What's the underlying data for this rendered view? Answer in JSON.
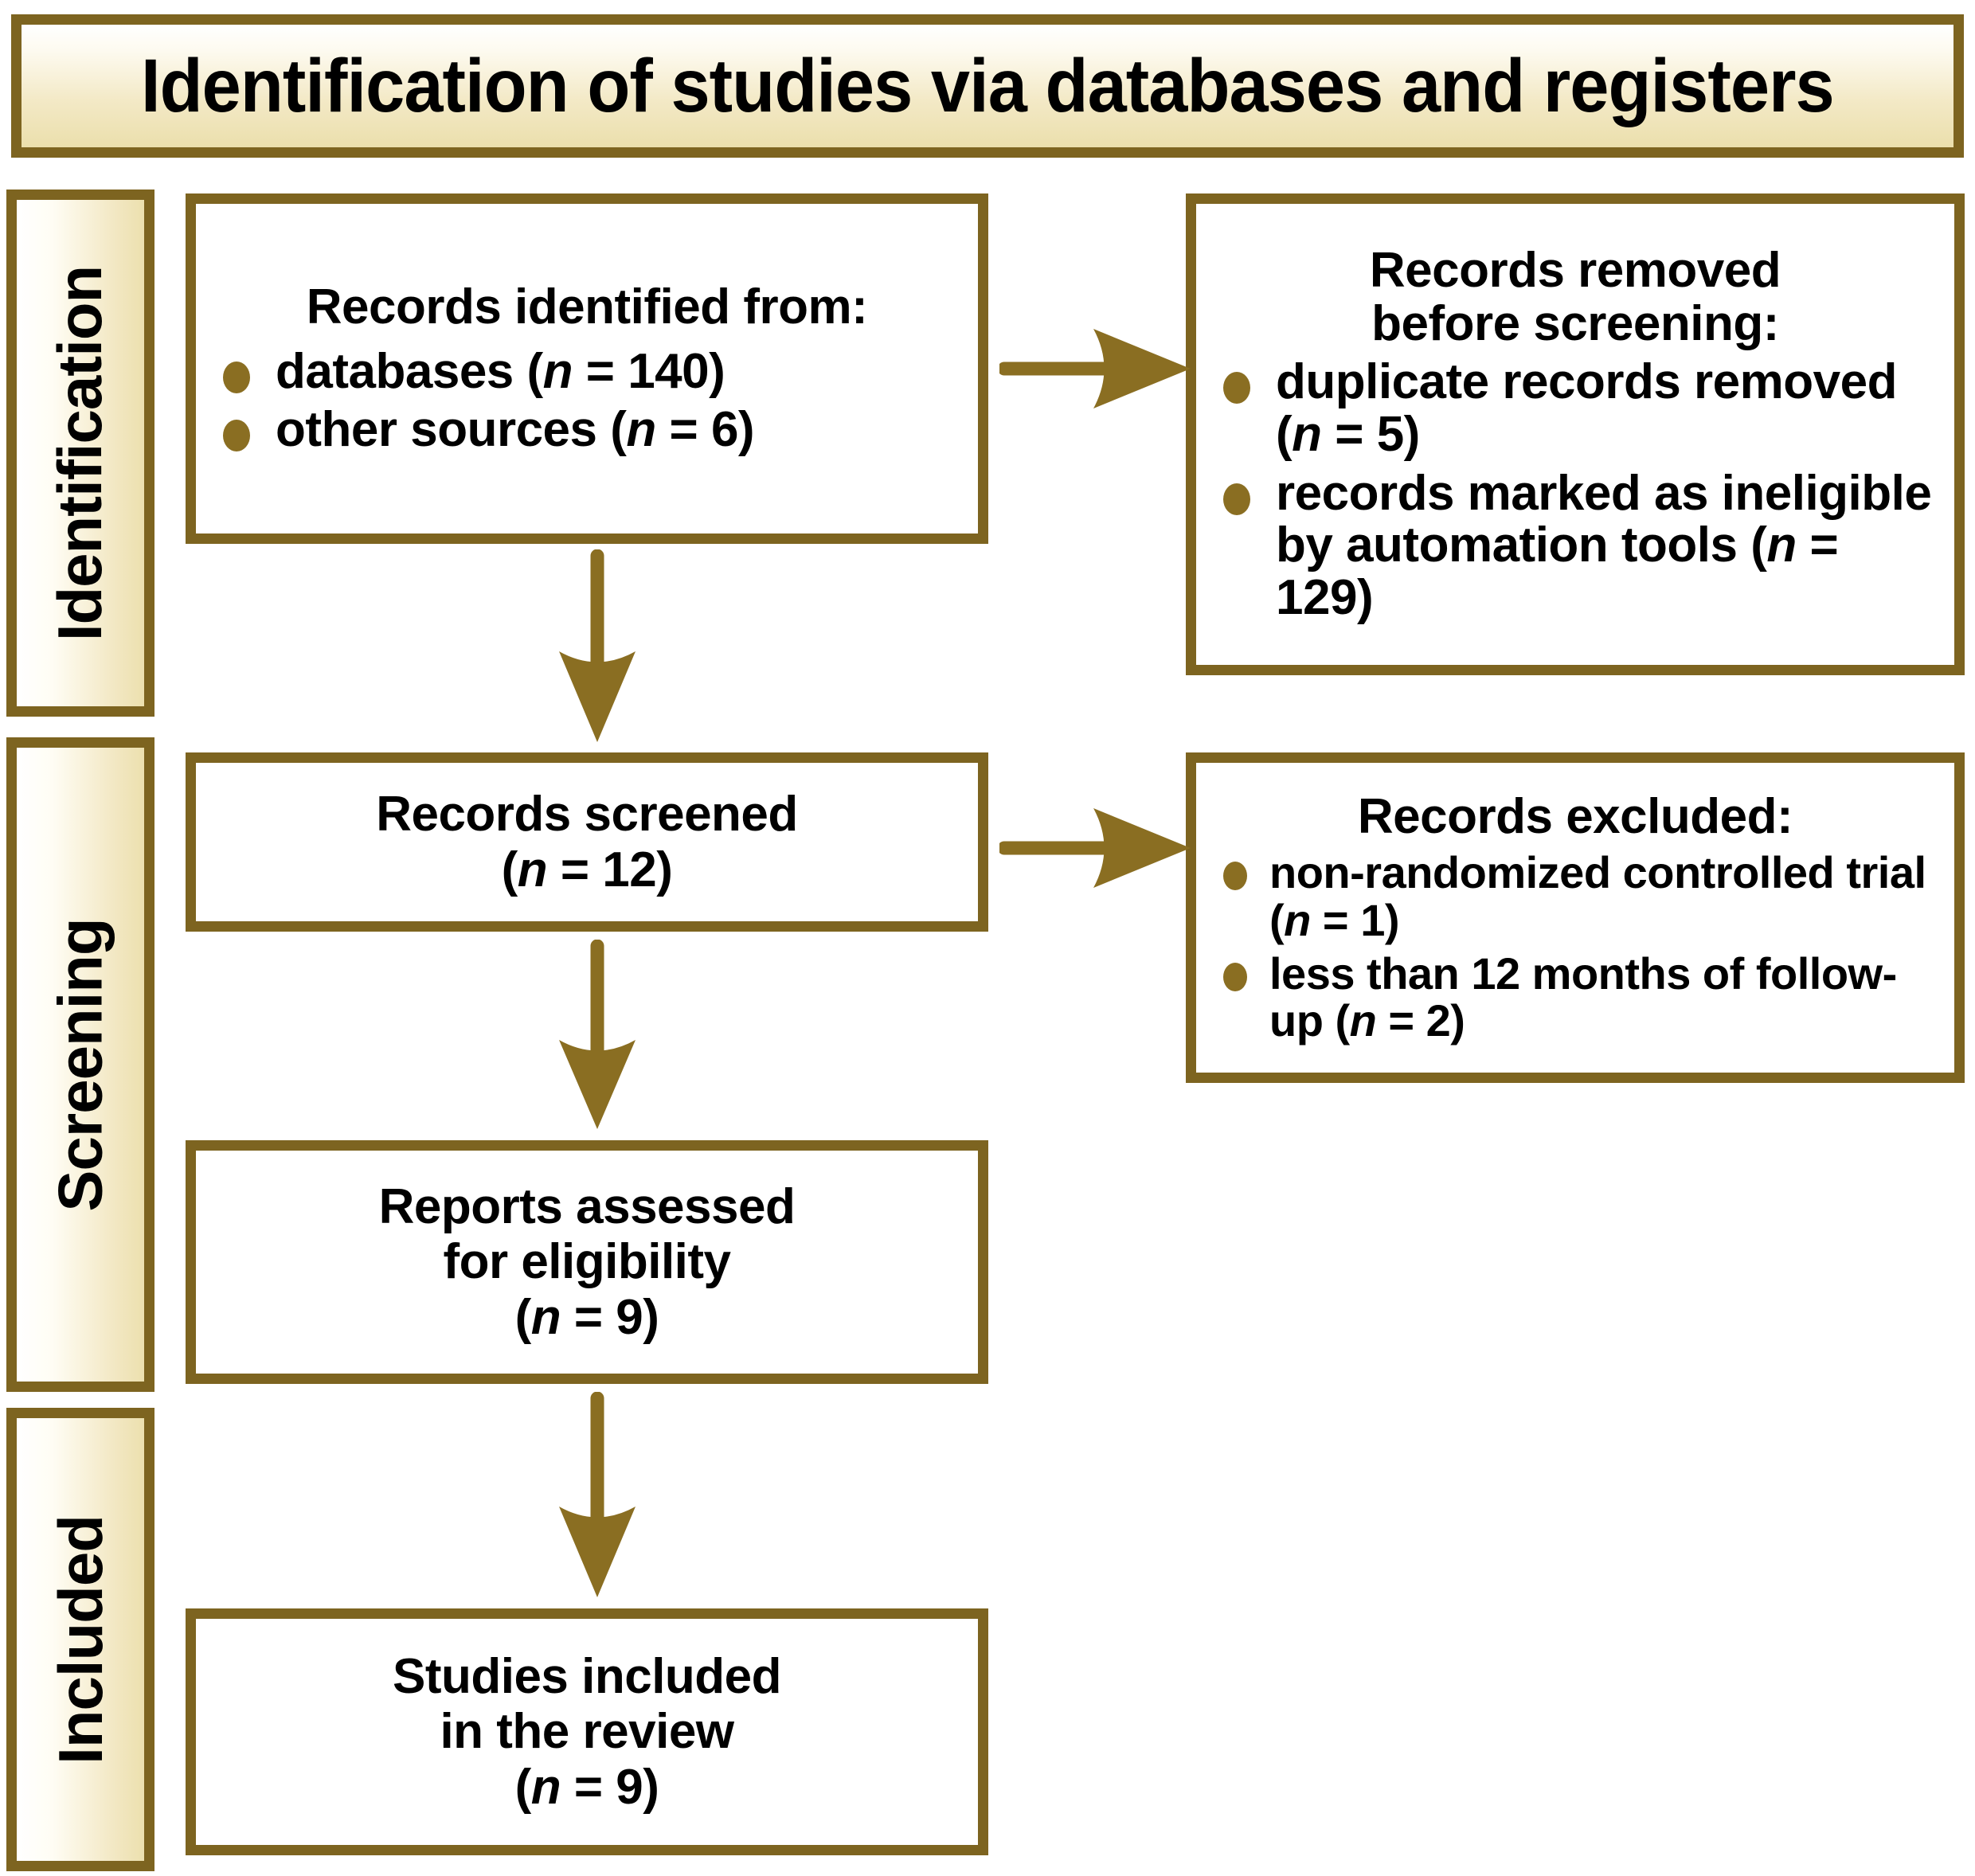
{
  "header": {
    "title": "Identification of studies via databases and registers"
  },
  "colors": {
    "border": "#7d6420",
    "bullet": "#8a6e22",
    "arrow": "#8a6e22",
    "panel_tan": "#ebdfac",
    "background": "#ffffff"
  },
  "stages": [
    {
      "id": "identification",
      "label": "Identification"
    },
    {
      "id": "screening",
      "label": "Screening"
    },
    {
      "id": "included",
      "label": "Included"
    }
  ],
  "boxes": {
    "identified": {
      "heading": "Records identified from:",
      "bullets": [
        {
          "text": "databases (",
          "n_label": "n",
          "eq": " = 140)"
        },
        {
          "text": "other sources (",
          "n_label": "n",
          "eq": " = 6)"
        }
      ]
    },
    "removed": {
      "heading_line1": "Records removed",
      "heading_line2": "before screening:",
      "bullets": [
        {
          "text": "duplicate records removed (",
          "n_label": "n",
          "eq": " = 5)"
        },
        {
          "text": "records marked as ineligible by automation tools (",
          "n_label": "n",
          "eq": " = 129)"
        }
      ]
    },
    "screened": {
      "line1": "Records screened",
      "n_label": "n",
      "count": " = 12"
    },
    "excluded": {
      "heading": "Records excluded:",
      "bullets": [
        {
          "text": "non-randomized controlled trial (",
          "n_label": "n",
          "eq": " = 1)"
        },
        {
          "text": "less than 12 months of follow-up (",
          "n_label": "n",
          "eq": " = 2)"
        }
      ]
    },
    "assessed": {
      "line1": "Reports assessed",
      "line2": "for eligibility",
      "n_label": "n",
      "count": " = 9"
    },
    "included": {
      "line1": "Studies included",
      "line2": "in the review",
      "n_label": "n",
      "count": " = 9"
    }
  },
  "arrows": [
    {
      "id": "identified-to-removed",
      "direction": "right"
    },
    {
      "id": "screened-to-excluded",
      "direction": "right"
    },
    {
      "id": "identified-to-screened",
      "direction": "down"
    },
    {
      "id": "screened-to-assessed",
      "direction": "down"
    },
    {
      "id": "assessed-to-included",
      "direction": "down"
    }
  ]
}
